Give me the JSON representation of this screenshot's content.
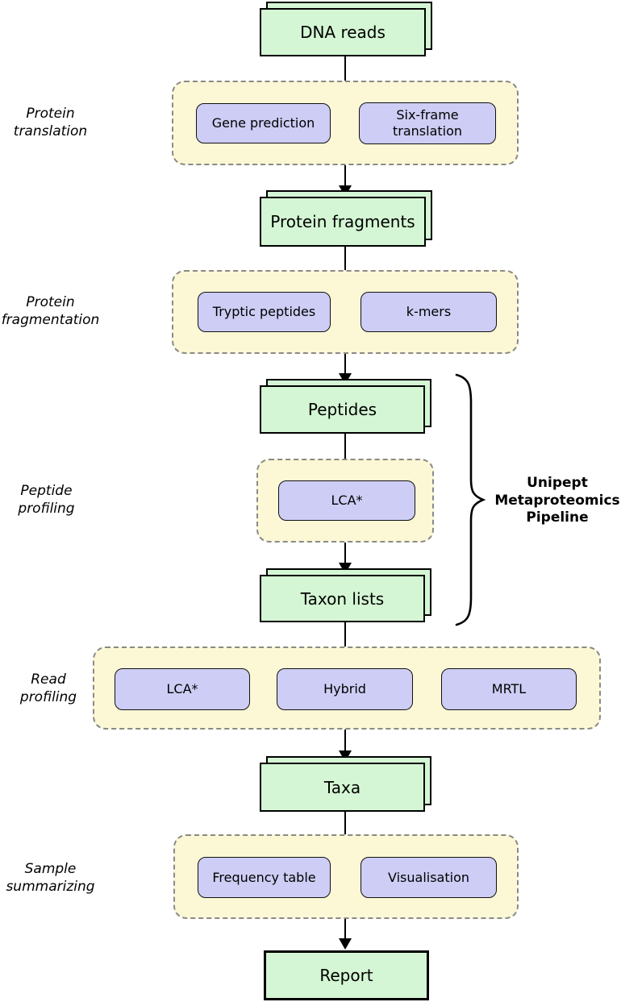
{
  "colors": {
    "node_fill": "#d4f6d4",
    "tool_fill": "#cdcdf5",
    "group_fill": "#fcf8d6",
    "group_border": "#8a8a8a",
    "line": "#000000"
  },
  "nodes": {
    "dna_reads": "DNA reads",
    "protein_fragments": "Protein fragments",
    "peptides": "Peptides",
    "taxon_lists": "Taxon lists",
    "taxa": "Taxa",
    "report": "Report"
  },
  "stages": {
    "protein_translation": {
      "label": "Protein\ntranslation",
      "tools": [
        "Gene prediction",
        "Six-frame\ntranslation"
      ]
    },
    "protein_fragmentation": {
      "label": "Protein\nfragmentation",
      "tools": [
        "Tryptic peptides",
        "k-mers"
      ]
    },
    "peptide_profiling": {
      "label": "Peptide\nprofiling",
      "tools": [
        "LCA*"
      ]
    },
    "read_profiling": {
      "label": "Read\nprofiling",
      "tools": [
        "LCA*",
        "Hybrid",
        "MRTL"
      ]
    },
    "sample_summarizing": {
      "label": "Sample\nsummarizing",
      "tools": [
        "Frequency table",
        "Visualisation"
      ]
    }
  },
  "brace": {
    "label": "Unipept\nMetaproteomics\nPipeline"
  }
}
